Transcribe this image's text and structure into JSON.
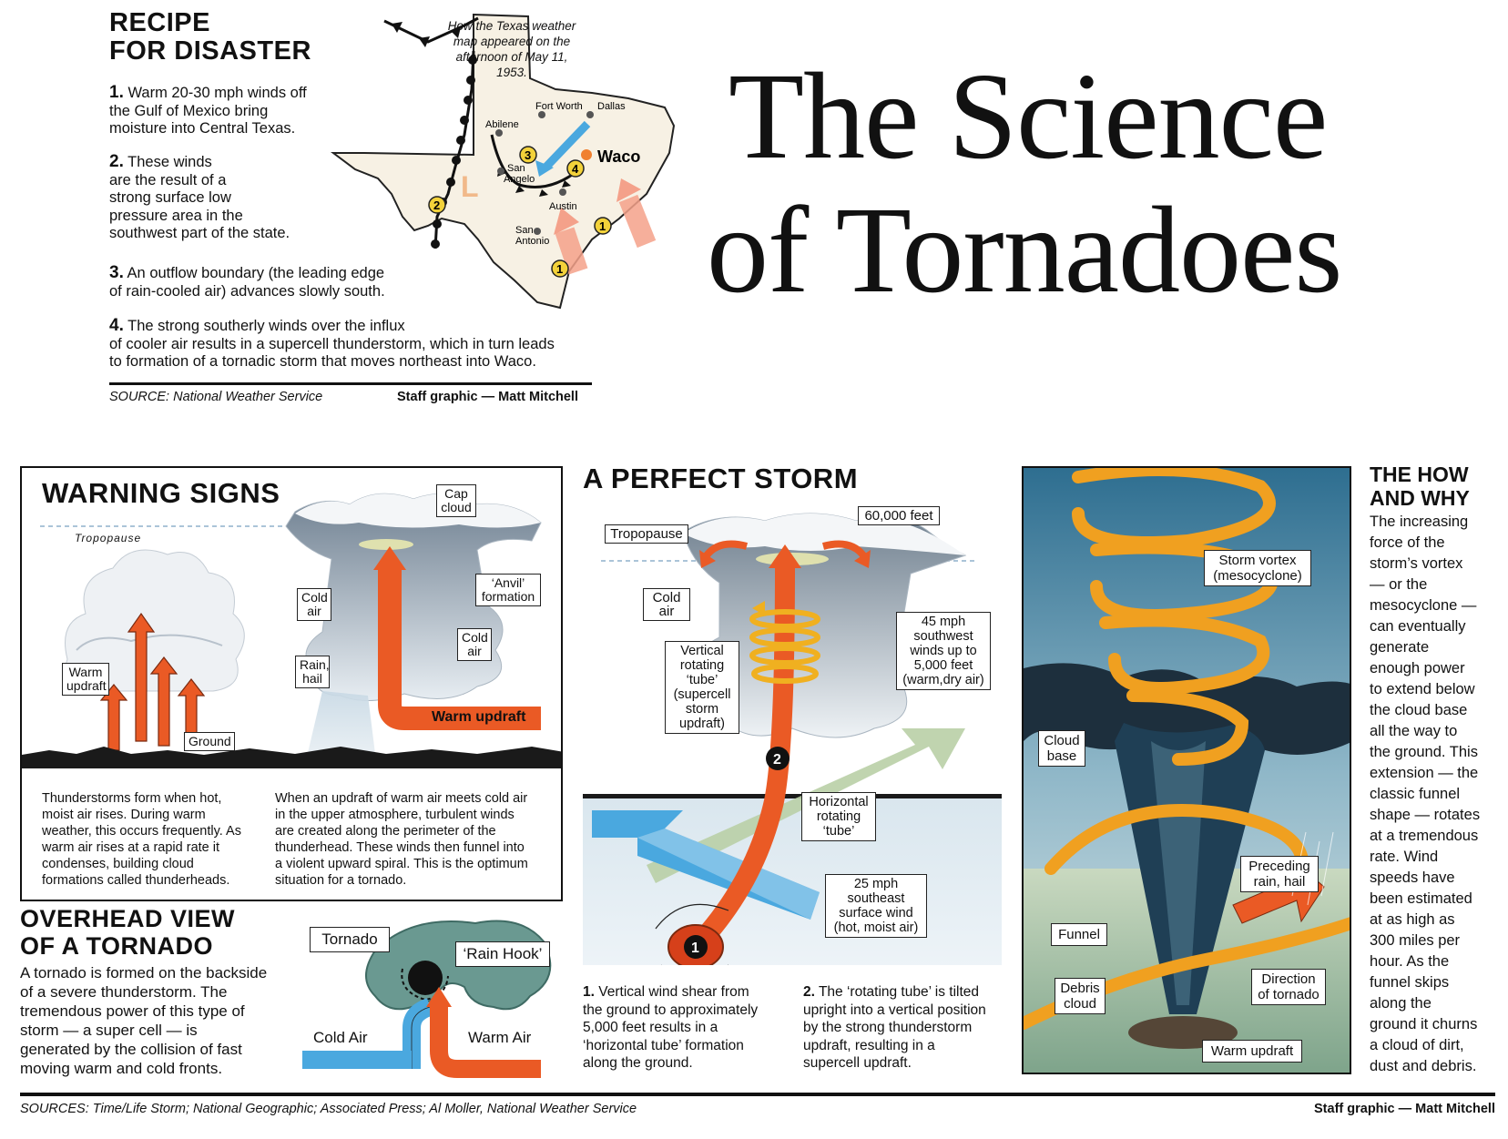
{
  "title": {
    "line1": "The Science",
    "line2": "of Tornadoes"
  },
  "recipe": {
    "heading1": "RECIPE",
    "heading2": "FOR DISASTER",
    "map_caption": [
      "How the Texas weather",
      "map appeared on the",
      "afternoon of May 11, 1953."
    ],
    "steps": [
      {
        "num": "1.",
        "text": [
          "Warm 20-30 mph winds off",
          "the Gulf of Mexico bring",
          "moisture into Central Texas."
        ]
      },
      {
        "num": "2.",
        "text": [
          "These winds",
          "are the result of a",
          "strong surface low",
          "pressure area in the",
          "southwest part of the state."
        ]
      },
      {
        "num": "3.",
        "text": [
          "An outflow boundary (the leading edge",
          "of rain-cooled air) advances slowly south."
        ]
      },
      {
        "num": "4.",
        "text": [
          "The strong southerly winds over the influx",
          "of cooler air results in a supercell thunderstorm, which in turn leads",
          "to formation of a tornadic storm that moves northeast into Waco."
        ]
      }
    ],
    "cities": {
      "fort_worth": "Fort Worth",
      "dallas": "Dallas",
      "abilene": "Abilene",
      "waco": "Waco",
      "san_angelo_1": "San",
      "san_angelo_2": "Angelo",
      "austin": "Austin",
      "san_antonio_1": "San",
      "san_antonio_2": "Antonio",
      "low": "L"
    },
    "markers": {
      "m1": "1",
      "m2": "2",
      "m3": "3",
      "m4": "4"
    },
    "source": "SOURCE: National Weather Service",
    "credit": "Staff graphic — Matt Mitchell"
  },
  "warning": {
    "heading": "WARNING SIGNS",
    "tropopause": "Tropopause",
    "cap_cloud": [
      "Cap",
      "cloud"
    ],
    "anvil": [
      "‘Anvil’",
      "formation"
    ],
    "cold_air_1": [
      "Cold",
      "air"
    ],
    "cold_air_2": [
      "Cold",
      "air"
    ],
    "warm_updraft_small": [
      "Warm",
      "updraft"
    ],
    "rain_hail": [
      "Rain,",
      "hail"
    ],
    "ground": "Ground",
    "warm_updraft": "Warm updraft",
    "text_left": [
      "Thunderstorms form when hot,",
      "moist air rises. During warm",
      "weather, this occurs frequently. As",
      "warm air rises at a rapid rate it",
      "condenses, building cloud",
      "formations called thunderheads."
    ],
    "text_right": [
      "When an updraft of warm air meets cold air",
      "in the upper atmosphere, turbulent winds",
      "are created along the perimeter of the",
      "thunderhead. These winds then funnel into",
      "a violent upward spiral. This is the optimum",
      "situation for a tornado."
    ]
  },
  "overhead": {
    "heading1": "OVERHEAD VIEW",
    "heading2": "OF A TORNADO",
    "text": [
      "A tornado is formed on the backside",
      "of a severe thunderstorm. The",
      "tremendous power of this type of",
      "storm — a super cell — is",
      "generated by the collision of fast",
      "moving warm and cold fronts."
    ],
    "tornado": "Tornado",
    "rain_hook": "‘Rain Hook’",
    "cold_air": "Cold Air",
    "warm_air": "Warm Air"
  },
  "perfect": {
    "heading": "A PERFECT STORM",
    "tropopause": "Tropopause",
    "feet": "60,000 feet",
    "cold_air": [
      "Cold",
      "air"
    ],
    "vertical_tube": [
      "Vertical",
      "rotating",
      "‘tube’",
      "(supercell",
      "storm",
      "updraft)"
    ],
    "winds_sw": [
      "45 mph",
      "southwest",
      "winds up to",
      "5,000 feet",
      "(warm,dry air)"
    ],
    "horizontal_tube": [
      "Horizontal",
      "rotating",
      "‘tube’"
    ],
    "winds_se": [
      "25 mph",
      "southeast",
      "surface wind",
      "(hot, moist air)"
    ],
    "marker1": "1",
    "marker2": "2",
    "text1": {
      "num": "1.",
      "lines": [
        "Vertical wind shear from",
        "the ground to approximately",
        "5,000 feet results in a",
        "‘horizontal tube’ formation",
        "along the ground."
      ]
    },
    "text2": {
      "num": "2.",
      "lines": [
        "The ‘rotating tube’ is tilted",
        "upright into a vertical position",
        "by the strong thunderstorm",
        "updraft, resulting in a",
        "supercell updraft."
      ]
    }
  },
  "vortex": {
    "storm_vortex": [
      "Storm vortex",
      "(mesocyclone)"
    ],
    "cloud_base": [
      "Cloud",
      "base"
    ],
    "preceding": [
      "Preceding",
      "rain, hail"
    ],
    "funnel": "Funnel",
    "direction": [
      "Direction",
      "of tornado"
    ],
    "debris": [
      "Debris",
      "cloud"
    ],
    "warm_updraft": "Warm updraft"
  },
  "howwhy": {
    "heading1": "THE HOW",
    "heading2": "AND WHY",
    "lines": [
      "The increasing",
      "force of the",
      "storm’s vortex",
      "— or the",
      "mesocyclone —",
      "can eventually",
      "generate",
      "enough power",
      "to extend below",
      "the cloud base",
      "all the way to",
      "the ground. This",
      "extension — the",
      "classic funnel",
      "shape — rotates",
      "at a tremendous",
      "rate. Wind",
      "speeds have",
      "been estimated",
      "at as high as",
      "300 miles per",
      "hour. As the",
      "funnel skips",
      "along the",
      "ground it churns",
      "a cloud of dirt,",
      "dust and debris."
    ]
  },
  "footer": {
    "sources": "SOURCES: Time/Life Storm; National Geographic; Associated Press; Al Moller, National Weather Service",
    "credit": "Staff graphic — Matt Mitchell"
  }
}
